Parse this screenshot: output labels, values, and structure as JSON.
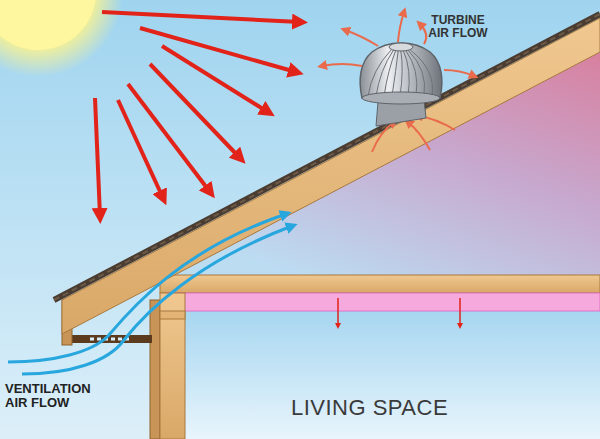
{
  "diagram": {
    "nodes": [
      {
        "text": [
          "LIVING SPACE"
        ]
      }
    ],
    "labels": [
      "TURBINE AIR FLOW",
      "VENTILATION AIR FLOW"
    ]
  }
}
